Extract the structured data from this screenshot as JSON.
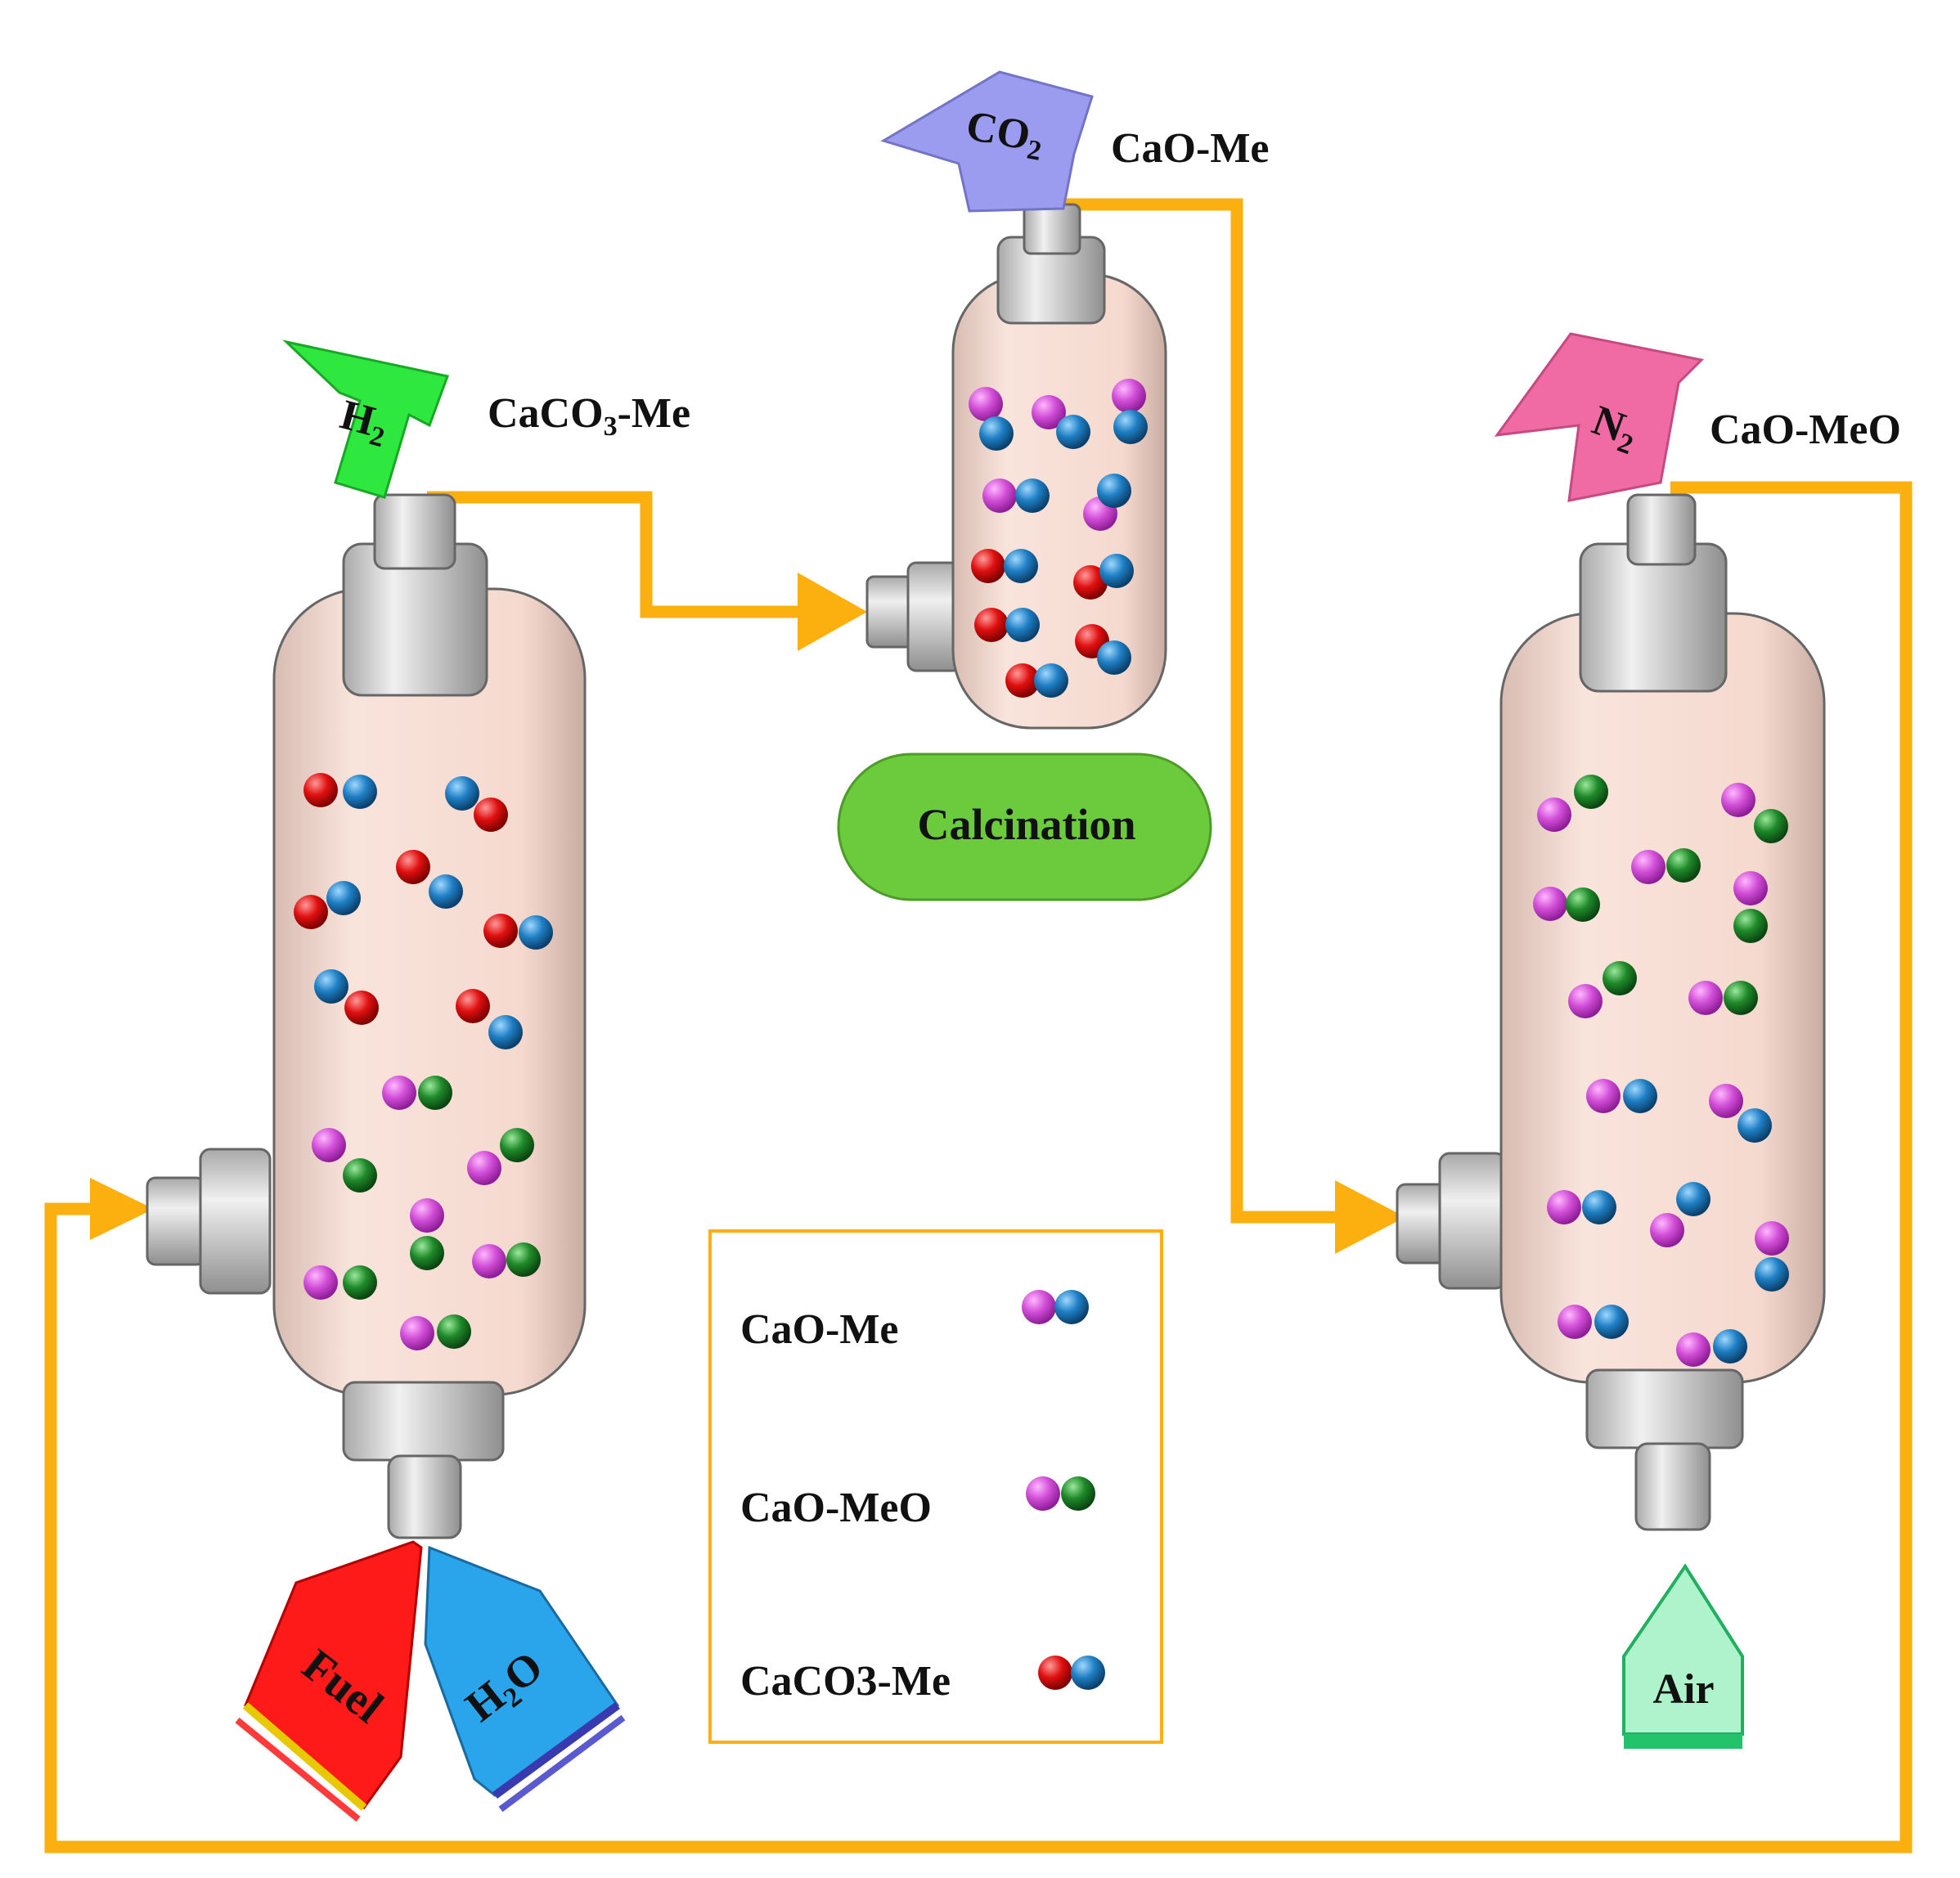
{
  "reactors": {
    "fuel_reactor": {
      "outlet_gas": {
        "main": "H",
        "sub": "2"
      },
      "outlet_solid": {
        "main": "CaCO",
        "sub": "3",
        "suffix": "-Me"
      },
      "inputs": {
        "fuel": "Fuel",
        "water": {
          "main": "H",
          "sub": "2",
          "suffix": "O"
        }
      }
    },
    "calciner": {
      "outlet_gas": {
        "main": "CO",
        "sub": "2"
      },
      "outlet_solid": "CaO-Me",
      "label": "Calcination"
    },
    "air_reactor": {
      "outlet_gas": {
        "main": "N",
        "sub": "2"
      },
      "outlet_solid": "CaO-MeO",
      "input": "Air"
    }
  },
  "legend": {
    "items": [
      {
        "label": "CaO-Me",
        "colors": [
          "#d24fd8",
          "#1f7fc4"
        ]
      },
      {
        "label": "CaO-MeO",
        "colors": [
          "#d24fd8",
          "#1f8a2a"
        ]
      },
      {
        "label": "CaCO3-Me",
        "colors": [
          "#e01010",
          "#1f7fc4"
        ]
      }
    ]
  },
  "colors": {
    "flow_line": "#fbb010",
    "vessel_fill": "#f7ddd3",
    "h2_arrow": "#2ee840",
    "co2_arrow": "#9b9bf0",
    "n2_arrow": "#f06aa4",
    "air_arrow": "#aef3cc",
    "fuel_arrow": "#ff1a1a",
    "water_arrow": "#2aa4ea",
    "calcination_badge": "#6bcb3c"
  }
}
